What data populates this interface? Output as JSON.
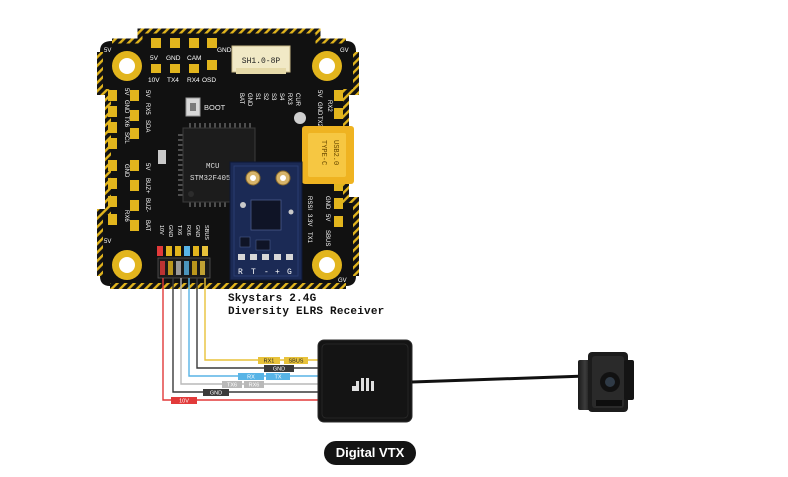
{
  "fc": {
    "connector": "SH1.0-8P",
    "mcu_label": "MCU",
    "mcu_model": "STM32F405",
    "boot_label": "BOOT",
    "usb_label_1": "TYPE-C",
    "usb_label_2": "USB2.0",
    "pads": {
      "corner_5v_tl": "5V",
      "corner_gv_tr": "GV",
      "corner_5v_bl": "5V",
      "corner_gv_br": "GV",
      "top_gnd_bat": "GND BAT",
      "top_row1": [
        "5V",
        "GND",
        "CAM"
      ],
      "top_row2": [
        "10V",
        "TX4",
        "RX4"
      ],
      "osd": "OSD",
      "esc_side": [
        "BAT",
        "GND",
        "S1",
        "S2",
        "S3",
        "S4",
        "RX3",
        "CUR"
      ],
      "left_a": [
        "5V",
        "GND",
        "TX6",
        "SCL"
      ],
      "left_b": [
        "5V",
        "RX5",
        "SDA"
      ],
      "left_c": [
        "5V",
        "BUZ+",
        "BUZ-",
        "BAT"
      ],
      "left_d": [
        "GND",
        "RX6"
      ],
      "right_a": [
        "5V",
        "GND",
        "TX2"
      ],
      "right_b": [
        "RX2"
      ],
      "right_c": [
        "RSSI",
        "3.3V",
        "TX1"
      ],
      "right_d": [
        "GND",
        "5V",
        "SBUS"
      ],
      "bottom_vertical": [
        "10V",
        "GND",
        "TX6",
        "RX6",
        "GND",
        "SBUS"
      ],
      "receiver_pads": [
        "R",
        "T",
        "-",
        "+",
        "G"
      ]
    }
  },
  "receiver_label_1": "Skystars 2.4G",
  "receiver_label_2": "Diversity ELRS Receiver",
  "wires": [
    {
      "label": "RX1",
      "label2": "SBUS",
      "color": "#e8c23a"
    },
    {
      "label": "GND",
      "color": "#3a3a3a"
    },
    {
      "label": "RX",
      "label2": "TX",
      "color": "#58b4e6"
    },
    {
      "label": "TX6",
      "label2": "RX6",
      "color": "#b9b9b9"
    },
    {
      "label": "GND",
      "color": "#3a3a3a"
    },
    {
      "label": "10V",
      "color": "#e23a3a"
    }
  ],
  "vtx_label": "Digital VTX"
}
